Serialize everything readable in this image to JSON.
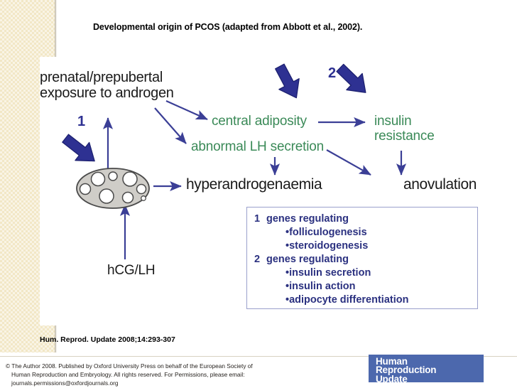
{
  "slide": {
    "title": "Developmental origin of PCOS (adapted from Abbott et al., 2002)."
  },
  "figure": {
    "nodes": {
      "androgen": "prenatal/prepubertal\nexposure to androgen",
      "androgen_line1": "prenatal/prepubertal",
      "androgen_line2": "exposure to androgen",
      "central_adiposity": "central adiposity",
      "abnormal_lh": "abnormal LH secretion",
      "insulin_line1": "insulin",
      "insulin_line2": "resistance",
      "hyperandrogenaemia": "hyperandrogenaemia",
      "anovulation": "anovulation",
      "hcg_lh": "hCG/LH"
    },
    "markers": {
      "marker_one": "1",
      "marker_two": "2"
    },
    "colors": {
      "node_black": "#1a1a1a",
      "node_green": "#3b8a58",
      "arrow_navy": "#3b3f96",
      "thick_arrow_navy": "#2e3192",
      "ovary_fill": "#cfcdc8",
      "ovary_stroke": "#4a4a4a",
      "legend_text": "#2b3180",
      "legend_border": "#9aa0cc",
      "sidebar_beige": "#f2e7c6",
      "logo_blue": "#4c68ad"
    }
  },
  "legend": {
    "groups": [
      {
        "number": "1",
        "heading": "genes regulating",
        "bullets": [
          "•folliculogenesis",
          "•steroidogenesis"
        ]
      },
      {
        "number": "2",
        "heading": "genes regulating",
        "bullets": [
          "•insulin secretion",
          "•insulin action",
          "•adipocyte differentiation"
        ]
      }
    ]
  },
  "footer": {
    "citation": "Hum. Reprod. Update 2008;14:293-307",
    "copyright_line1": "© The Author 2008. Published by Oxford University Press on behalf of the European Society of",
    "copyright_line2": "Human Reproduction and Embryology. All rights reserved. For Permissions, please email:",
    "copyright_line3": "journals.permissions@oxfordjournals.org",
    "logo_line1": "Human",
    "logo_line2": "Reproduction",
    "logo_line3": "Update"
  }
}
